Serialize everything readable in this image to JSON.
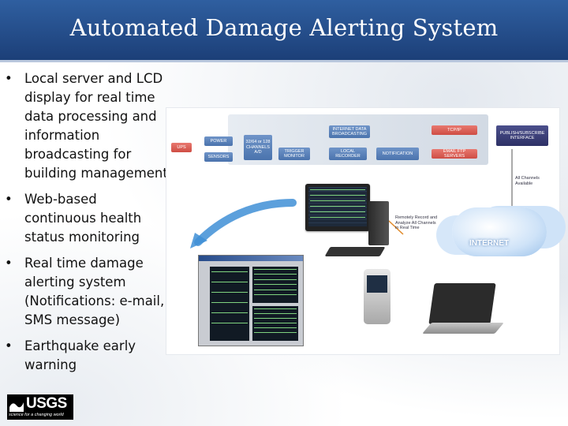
{
  "slide": {
    "title": "Automated Damage Alerting System",
    "colors": {
      "header": "#1c3f78",
      "text": "#111111"
    }
  },
  "bullets": [
    {
      "marker": "•",
      "text": "Local server and LCD\ndisplay for real time\ndata processing and\ninformation\nbroadcasting for\nbuilding management"
    },
    {
      "marker": "•",
      "text": "Web-based\ncontinuous health\nstatus monitoring"
    },
    {
      "marker": "•",
      "text": "Real time damage\nalerting system\n(Notifications: e-mail,\nSMS message)"
    },
    {
      "marker": "•",
      "text": "Earthquake early\nwarning"
    }
  ],
  "figure": {
    "boxes": {
      "ups": "UPS",
      "power": "POWER",
      "sensors": "SENSORS",
      "channels": "32/64 or 128\nCHANNELS\nA/D",
      "trigger": "TRIGGER\nMONITOR",
      "internet_data": "INTERNET DATA\nBROADCASTING",
      "local_recorder": "LOCAL\nRECORDER",
      "notification": "NOTIFICATION",
      "tcpip": "TCP/IP",
      "email_ftp": "EMAIL FTP SERVERS",
      "publish": "PUBLISH/SUBSCRIBE\nINTERFACE"
    },
    "all_channels_note": "All Channels\nAvailable",
    "remote_note": "Remotely Record and\nAnalyze All Channels\nin Real Time",
    "internet_label": "INTERNET"
  },
  "logo": {
    "name": "USGS",
    "tagline": "science for a changing world"
  }
}
